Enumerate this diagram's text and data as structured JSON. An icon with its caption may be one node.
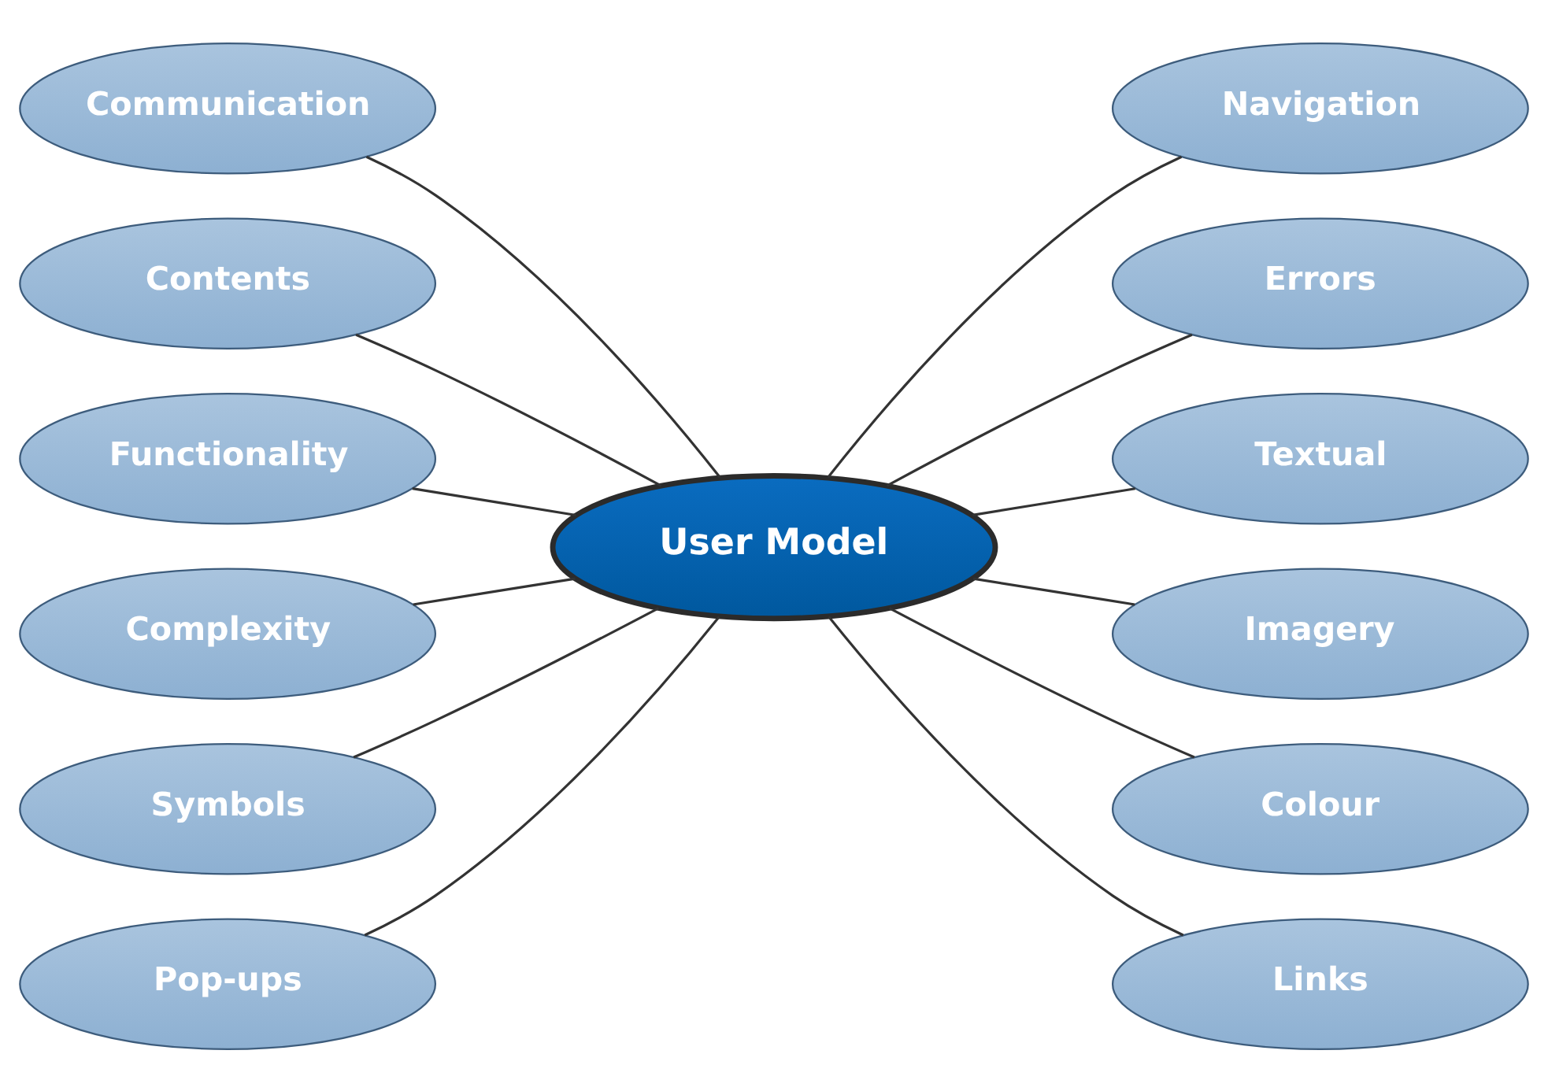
{
  "diagram": {
    "nodes": [
      {
        "text": [
          "User Model"
        ]
      },
      {
        "text": [
          "Communication"
        ]
      },
      {
        "text": [
          "Contents"
        ]
      },
      {
        "text": [
          "Functionality"
        ]
      },
      {
        "text": [
          "Complexity"
        ]
      },
      {
        "text": [
          "Symbols"
        ]
      },
      {
        "text": [
          "Pop-ups"
        ]
      },
      {
        "text": [
          "Navigation"
        ]
      },
      {
        "text": [
          "Errors"
        ]
      },
      {
        "text": [
          "Textual"
        ]
      },
      {
        "text": [
          "Imagery"
        ]
      },
      {
        "text": [
          "Colour"
        ]
      },
      {
        "text": [
          "Links"
        ]
      }
    ],
    "edges": [
      {
        "from": 1,
        "to": 0,
        "arrow": "none"
      },
      {
        "from": 2,
        "to": 0,
        "arrow": "none"
      },
      {
        "from": 3,
        "to": 0,
        "arrow": "none"
      },
      {
        "from": 4,
        "to": 0,
        "arrow": "none"
      },
      {
        "from": 5,
        "to": 0,
        "arrow": "none"
      },
      {
        "from": 6,
        "to": 0,
        "arrow": "none"
      },
      {
        "from": 0,
        "to": 7,
        "arrow": "none"
      },
      {
        "from": 0,
        "to": 8,
        "arrow": "none"
      },
      {
        "from": 0,
        "to": 9,
        "arrow": "none"
      },
      {
        "from": 0,
        "to": 10,
        "arrow": "none"
      },
      {
        "from": 0,
        "to": 11,
        "arrow": "none"
      },
      {
        "from": 0,
        "to": 12,
        "arrow": "none"
      }
    ]
  }
}
